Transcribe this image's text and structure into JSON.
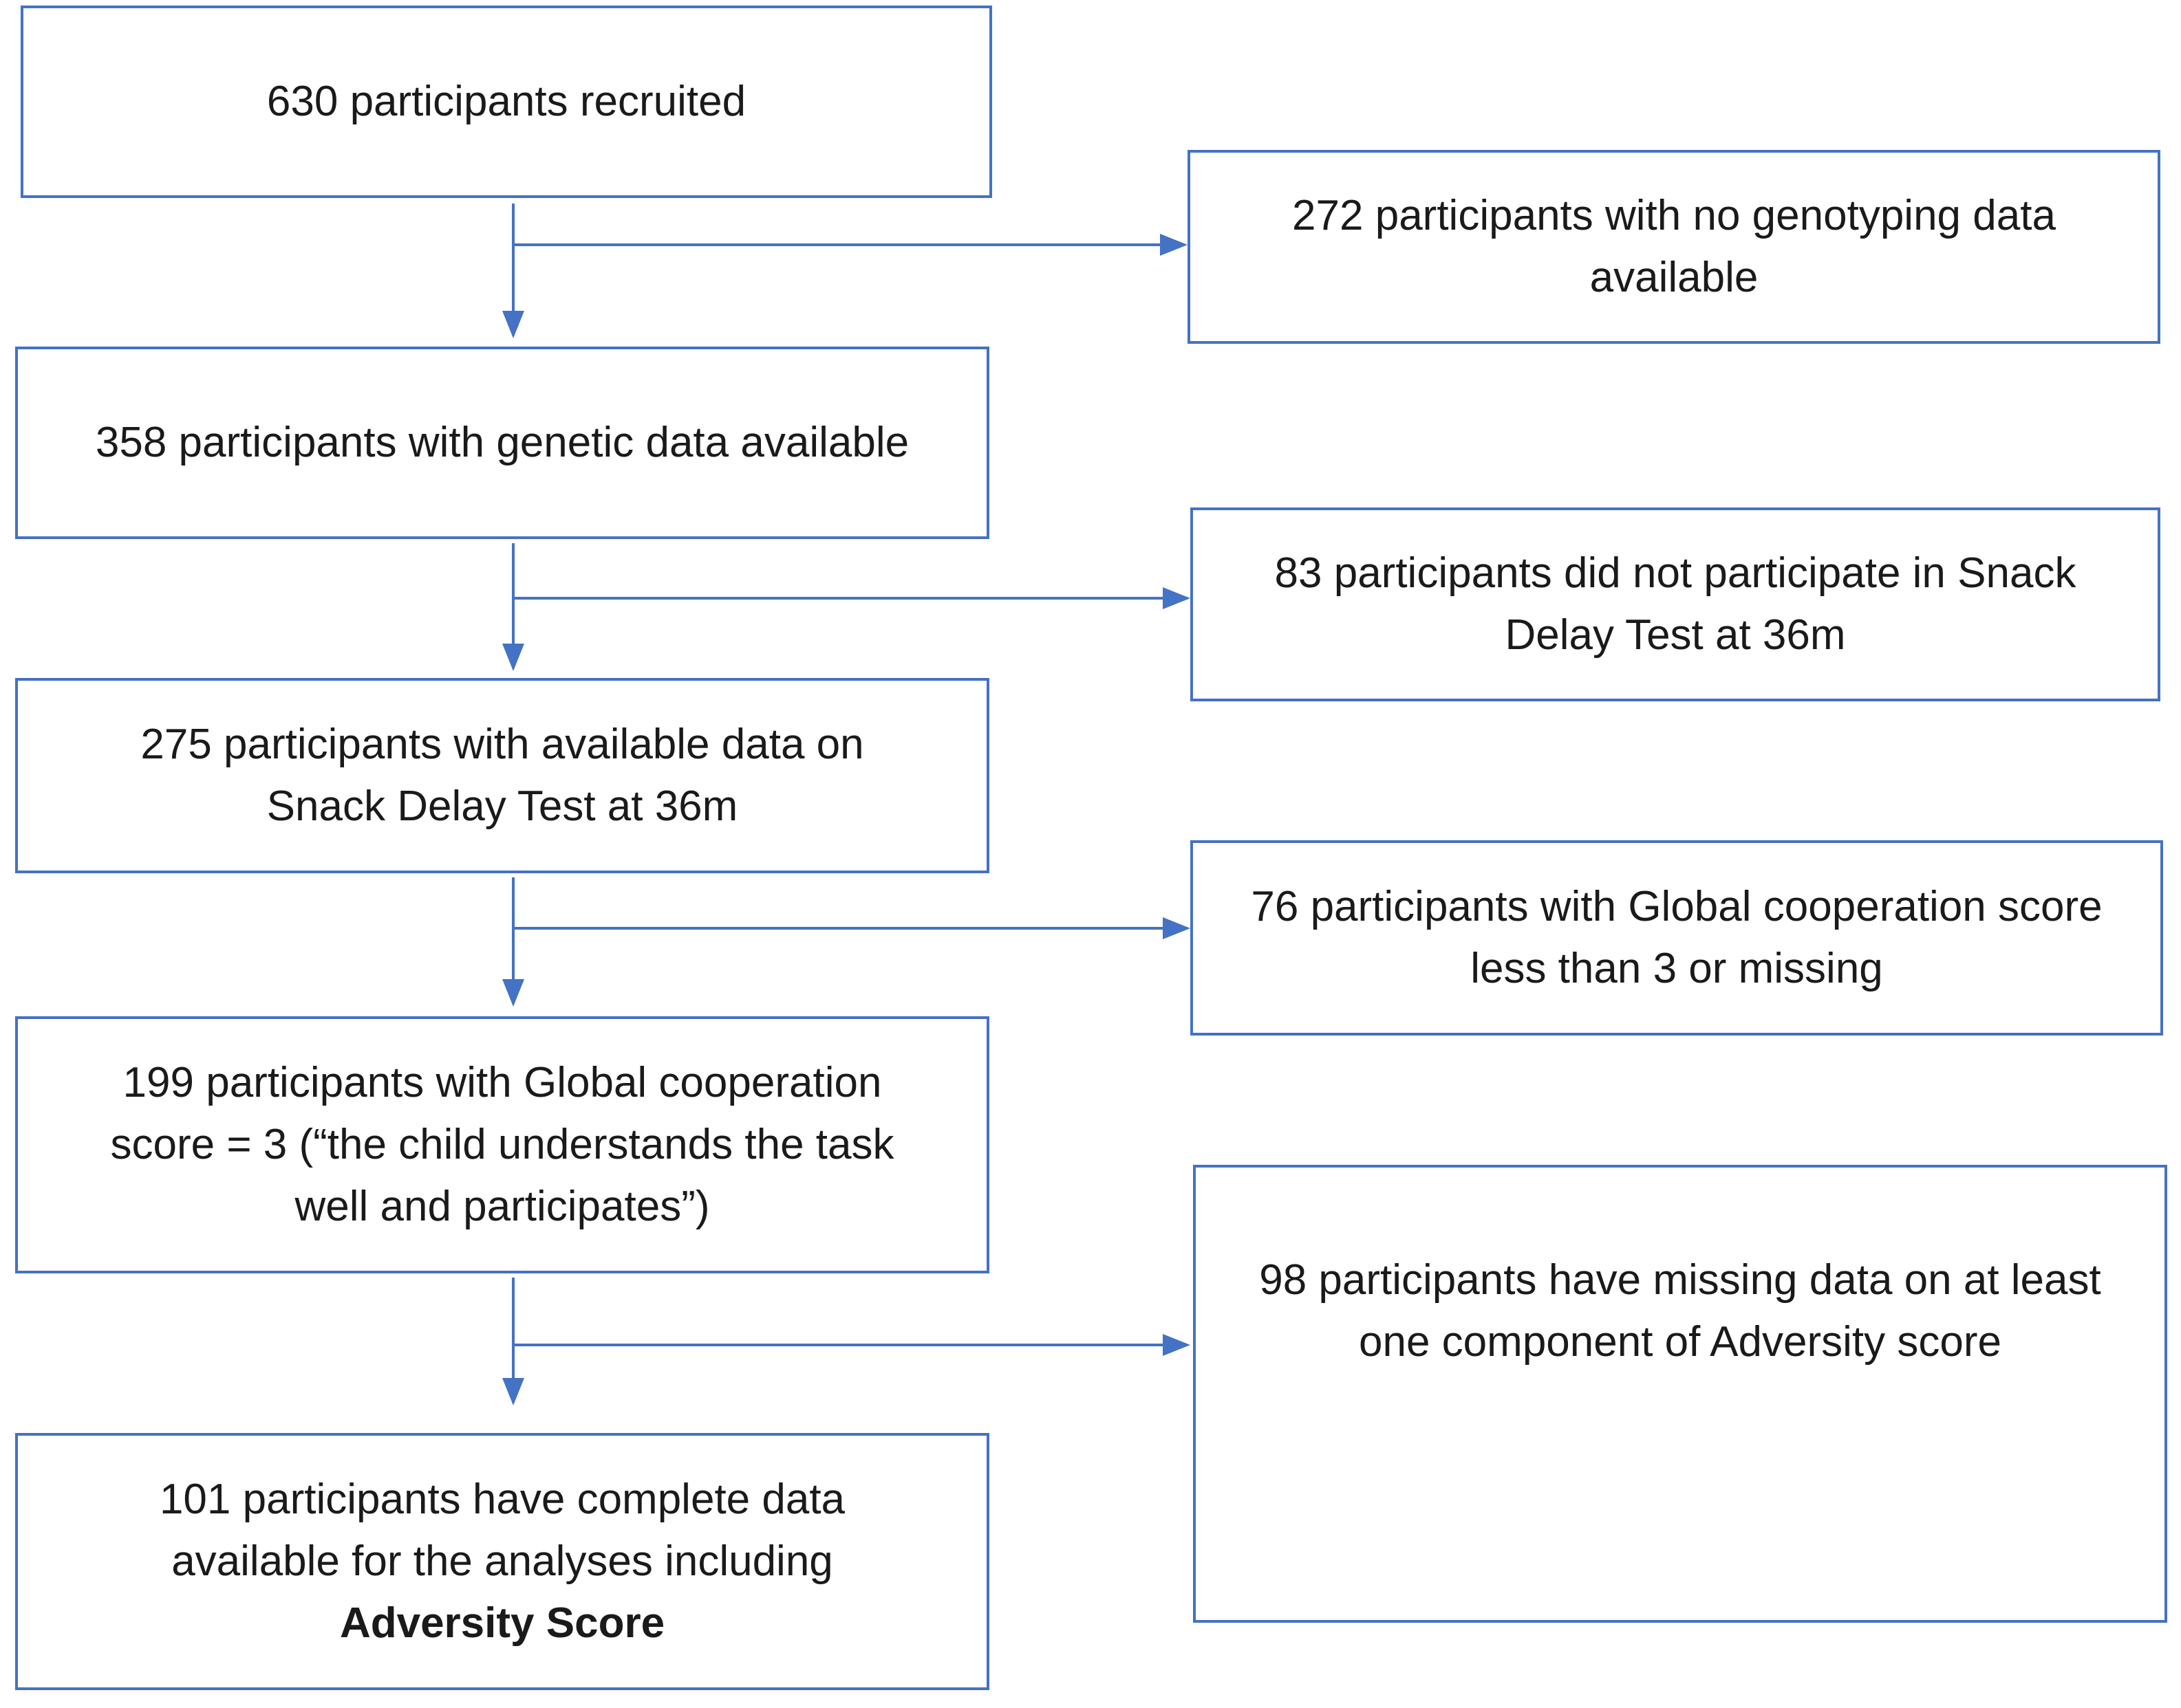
{
  "diagram": {
    "type": "flowchart",
    "main_steps": [
      {
        "id": "recruited",
        "text": "630 participants recruited"
      },
      {
        "id": "genetic",
        "text": "358 participants with genetic data available"
      },
      {
        "id": "snack",
        "text": "275 participants with available data on Snack Delay Test at 36m"
      },
      {
        "id": "cooperation",
        "text": "199 participants with Global cooperation score = 3 (“the child understands the task well and participates”)"
      },
      {
        "id": "complete",
        "text": "101 participants have complete data available for the analyses including",
        "emphasis": "Adversity Score"
      }
    ],
    "exclusions": [
      {
        "id": "no-genotyping",
        "text": "272 participants with no genotyping data available"
      },
      {
        "id": "no-snack-test",
        "text": "83 participants did not participate in Snack Delay Test at 36m"
      },
      {
        "id": "low-cooperation",
        "text": "76 participants with Global cooperation score less than 3 or missing"
      },
      {
        "id": "missing-adversity",
        "text": "98 participants have missing data on at least one component of Adversity score"
      }
    ],
    "edges": [
      {
        "from": "recruited",
        "to": "genetic"
      },
      {
        "from": "recruited",
        "to": "no-genotyping"
      },
      {
        "from": "genetic",
        "to": "snack"
      },
      {
        "from": "genetic",
        "to": "no-snack-test"
      },
      {
        "from": "snack",
        "to": "cooperation"
      },
      {
        "from": "snack",
        "to": "low-cooperation"
      },
      {
        "from": "cooperation",
        "to": "complete"
      },
      {
        "from": "cooperation",
        "to": "missing-adversity"
      }
    ],
    "colors": {
      "border": "#4472c4",
      "arrow": "#4472c4",
      "text": "#1a1a1a",
      "background": "#ffffff"
    }
  }
}
